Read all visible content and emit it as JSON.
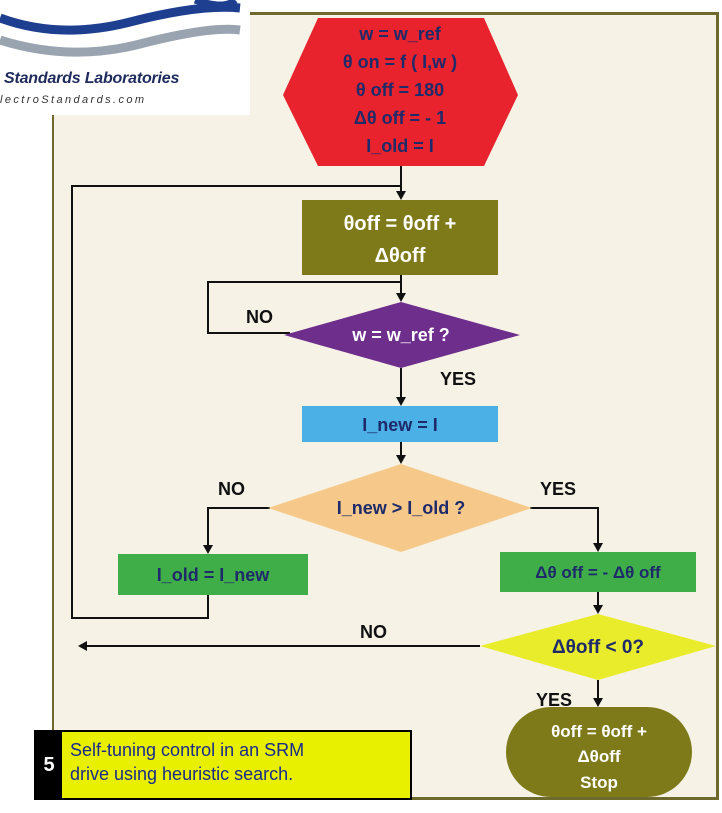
{
  "logo": {
    "name": "Standards Laboratories",
    "url": "lectroStandards.com"
  },
  "nodes": {
    "init": [
      "w = w_ref",
      "θ on = f ( I,w )",
      "θ off = 180",
      "Δθ off = - 1",
      "I_old = I"
    ],
    "update": [
      "θoff = θoff +",
      "Δθoff"
    ],
    "check_speed": "w = w_ref ?",
    "measure": "I_new = I",
    "compare": "I_new > I_old ?",
    "store": "I_old = I_new",
    "reverse": "Δθ off = - Δθ off",
    "check_sign": "Δθoff < 0?",
    "stop": [
      "θoff = θoff +",
      "Δθoff",
      "Stop"
    ]
  },
  "labels": {
    "no1": "NO",
    "yes1": "YES",
    "no2": "NO",
    "yes2": "YES",
    "no3": "NO",
    "yes3": "YES"
  },
  "caption": {
    "number": "5",
    "line1": "Self-tuning control in an SRM",
    "line2": "drive using heuristic search."
  },
  "colors": {
    "init": "#e8232e",
    "update": "#7e7a1a",
    "check_speed": "#6e2e8c",
    "measure": "#4ab0e6",
    "compare": "#f6c98a",
    "store": "#3fae49",
    "reverse": "#3fae49",
    "check_sign": "#e9ec2a",
    "stop": "#7e7a1a",
    "caption_bg": "#e8f000",
    "caption_text": "#1a2a8c"
  }
}
